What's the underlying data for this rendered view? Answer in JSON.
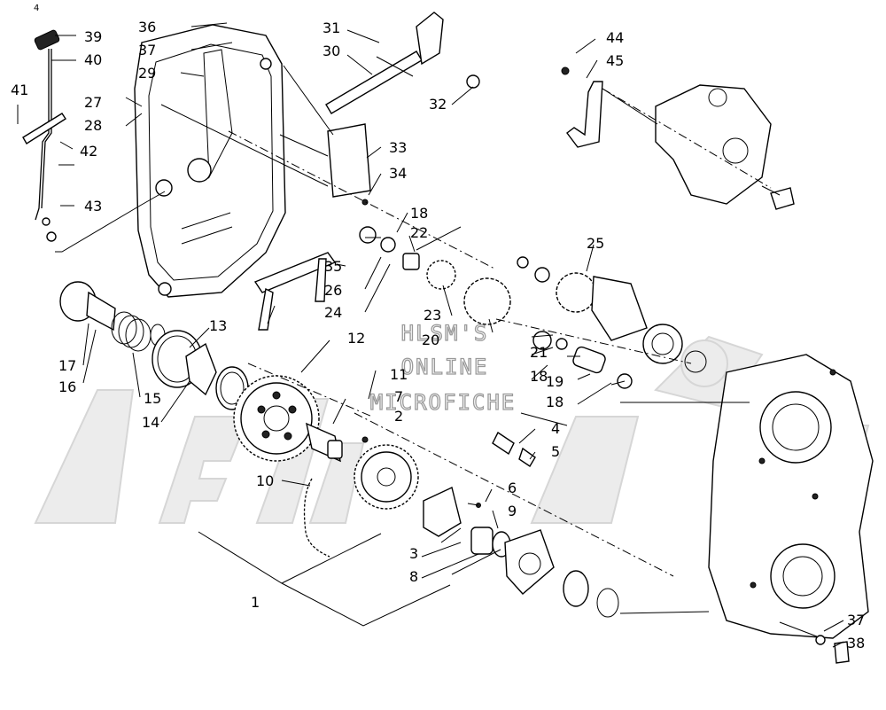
{
  "corner_mark": "4",
  "watermark": {
    "line1": "HLSM'S",
    "line2": "ONLINE",
    "line3": "MICROFICHE"
  },
  "callouts": [
    {
      "id": "1",
      "text": "1"
    },
    {
      "id": "2",
      "text": "2"
    },
    {
      "id": "3",
      "text": "3"
    },
    {
      "id": "4",
      "text": "4"
    },
    {
      "id": "5",
      "text": "5"
    },
    {
      "id": "6",
      "text": "6"
    },
    {
      "id": "7",
      "text": "7"
    },
    {
      "id": "8",
      "text": "8"
    },
    {
      "id": "9",
      "text": "9"
    },
    {
      "id": "10",
      "text": "10"
    },
    {
      "id": "11",
      "text": "11"
    },
    {
      "id": "12",
      "text": "12"
    },
    {
      "id": "13",
      "text": "13"
    },
    {
      "id": "14",
      "text": "14"
    },
    {
      "id": "15",
      "text": "15"
    },
    {
      "id": "16",
      "text": "16"
    },
    {
      "id": "17",
      "text": "17"
    },
    {
      "id": "18a",
      "text": "18"
    },
    {
      "id": "18b",
      "text": "18"
    },
    {
      "id": "18c",
      "text": "18"
    },
    {
      "id": "19",
      "text": "19"
    },
    {
      "id": "20",
      "text": "20"
    },
    {
      "id": "21",
      "text": "21"
    },
    {
      "id": "22",
      "text": "22"
    },
    {
      "id": "23",
      "text": "23"
    },
    {
      "id": "24",
      "text": "24"
    },
    {
      "id": "25",
      "text": "25"
    },
    {
      "id": "26",
      "text": "26"
    },
    {
      "id": "27",
      "text": "27"
    },
    {
      "id": "28",
      "text": "28"
    },
    {
      "id": "29",
      "text": "29"
    },
    {
      "id": "30",
      "text": "30"
    },
    {
      "id": "31",
      "text": "31"
    },
    {
      "id": "32",
      "text": "32"
    },
    {
      "id": "33",
      "text": "33"
    },
    {
      "id": "34",
      "text": "34"
    },
    {
      "id": "35",
      "text": "35"
    },
    {
      "id": "36",
      "text": "36"
    },
    {
      "id": "37a",
      "text": "37"
    },
    {
      "id": "37b",
      "text": "37"
    },
    {
      "id": "38",
      "text": "38"
    },
    {
      "id": "39",
      "text": "39"
    },
    {
      "id": "40",
      "text": "40"
    },
    {
      "id": "41",
      "text": "41"
    },
    {
      "id": "42",
      "text": "42"
    },
    {
      "id": "43",
      "text": "43"
    },
    {
      "id": "44",
      "text": "44"
    },
    {
      "id": "45",
      "text": "45"
    }
  ]
}
